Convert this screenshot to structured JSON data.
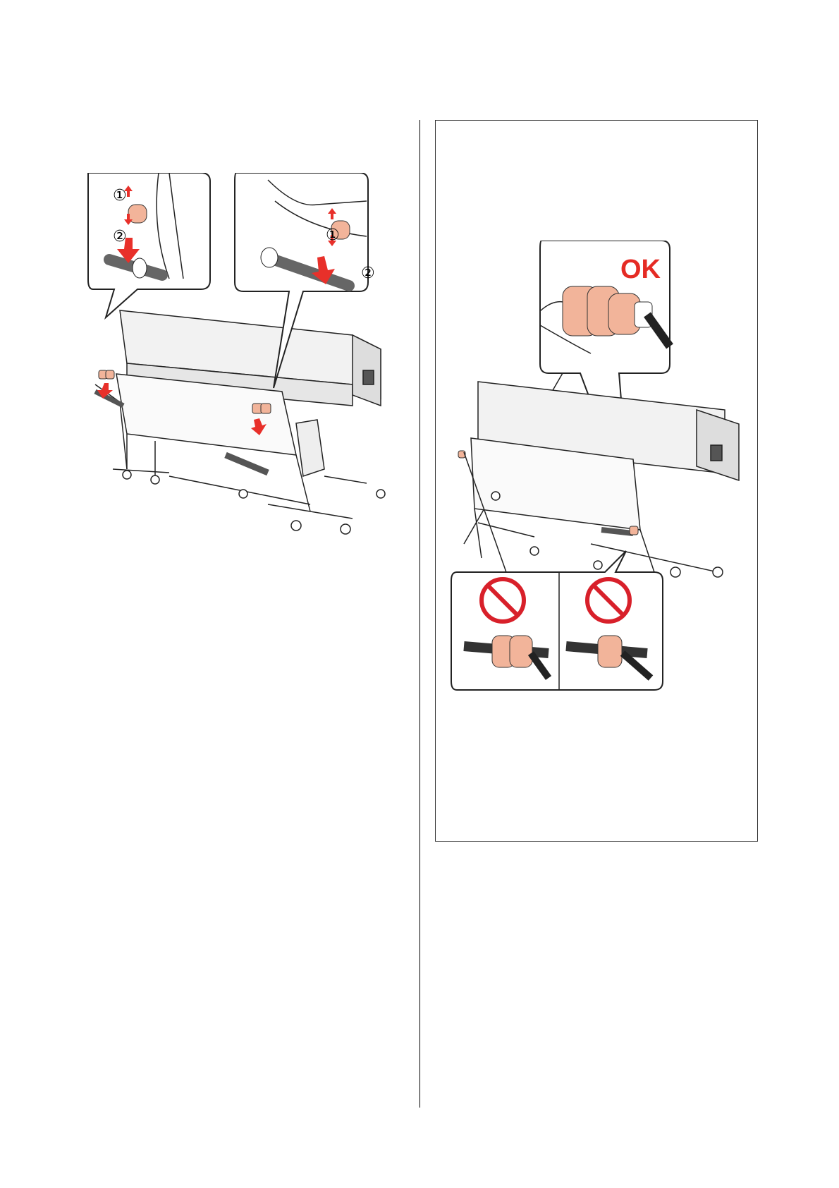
{
  "figure_left": {
    "callout_left": {
      "step1": "①",
      "step2": "②"
    },
    "callout_right": {
      "step1": "①",
      "step2": "②"
    }
  },
  "figure_right": {
    "ok_label": "OK"
  },
  "colors": {
    "arrow_red": "#e8302a",
    "roller_peach": "#f2b49a",
    "prohibit_red": "#d8202a",
    "ok_red": "#e52b24"
  },
  "icons": [
    "arrow-down-icon",
    "prohibited-icon"
  ]
}
